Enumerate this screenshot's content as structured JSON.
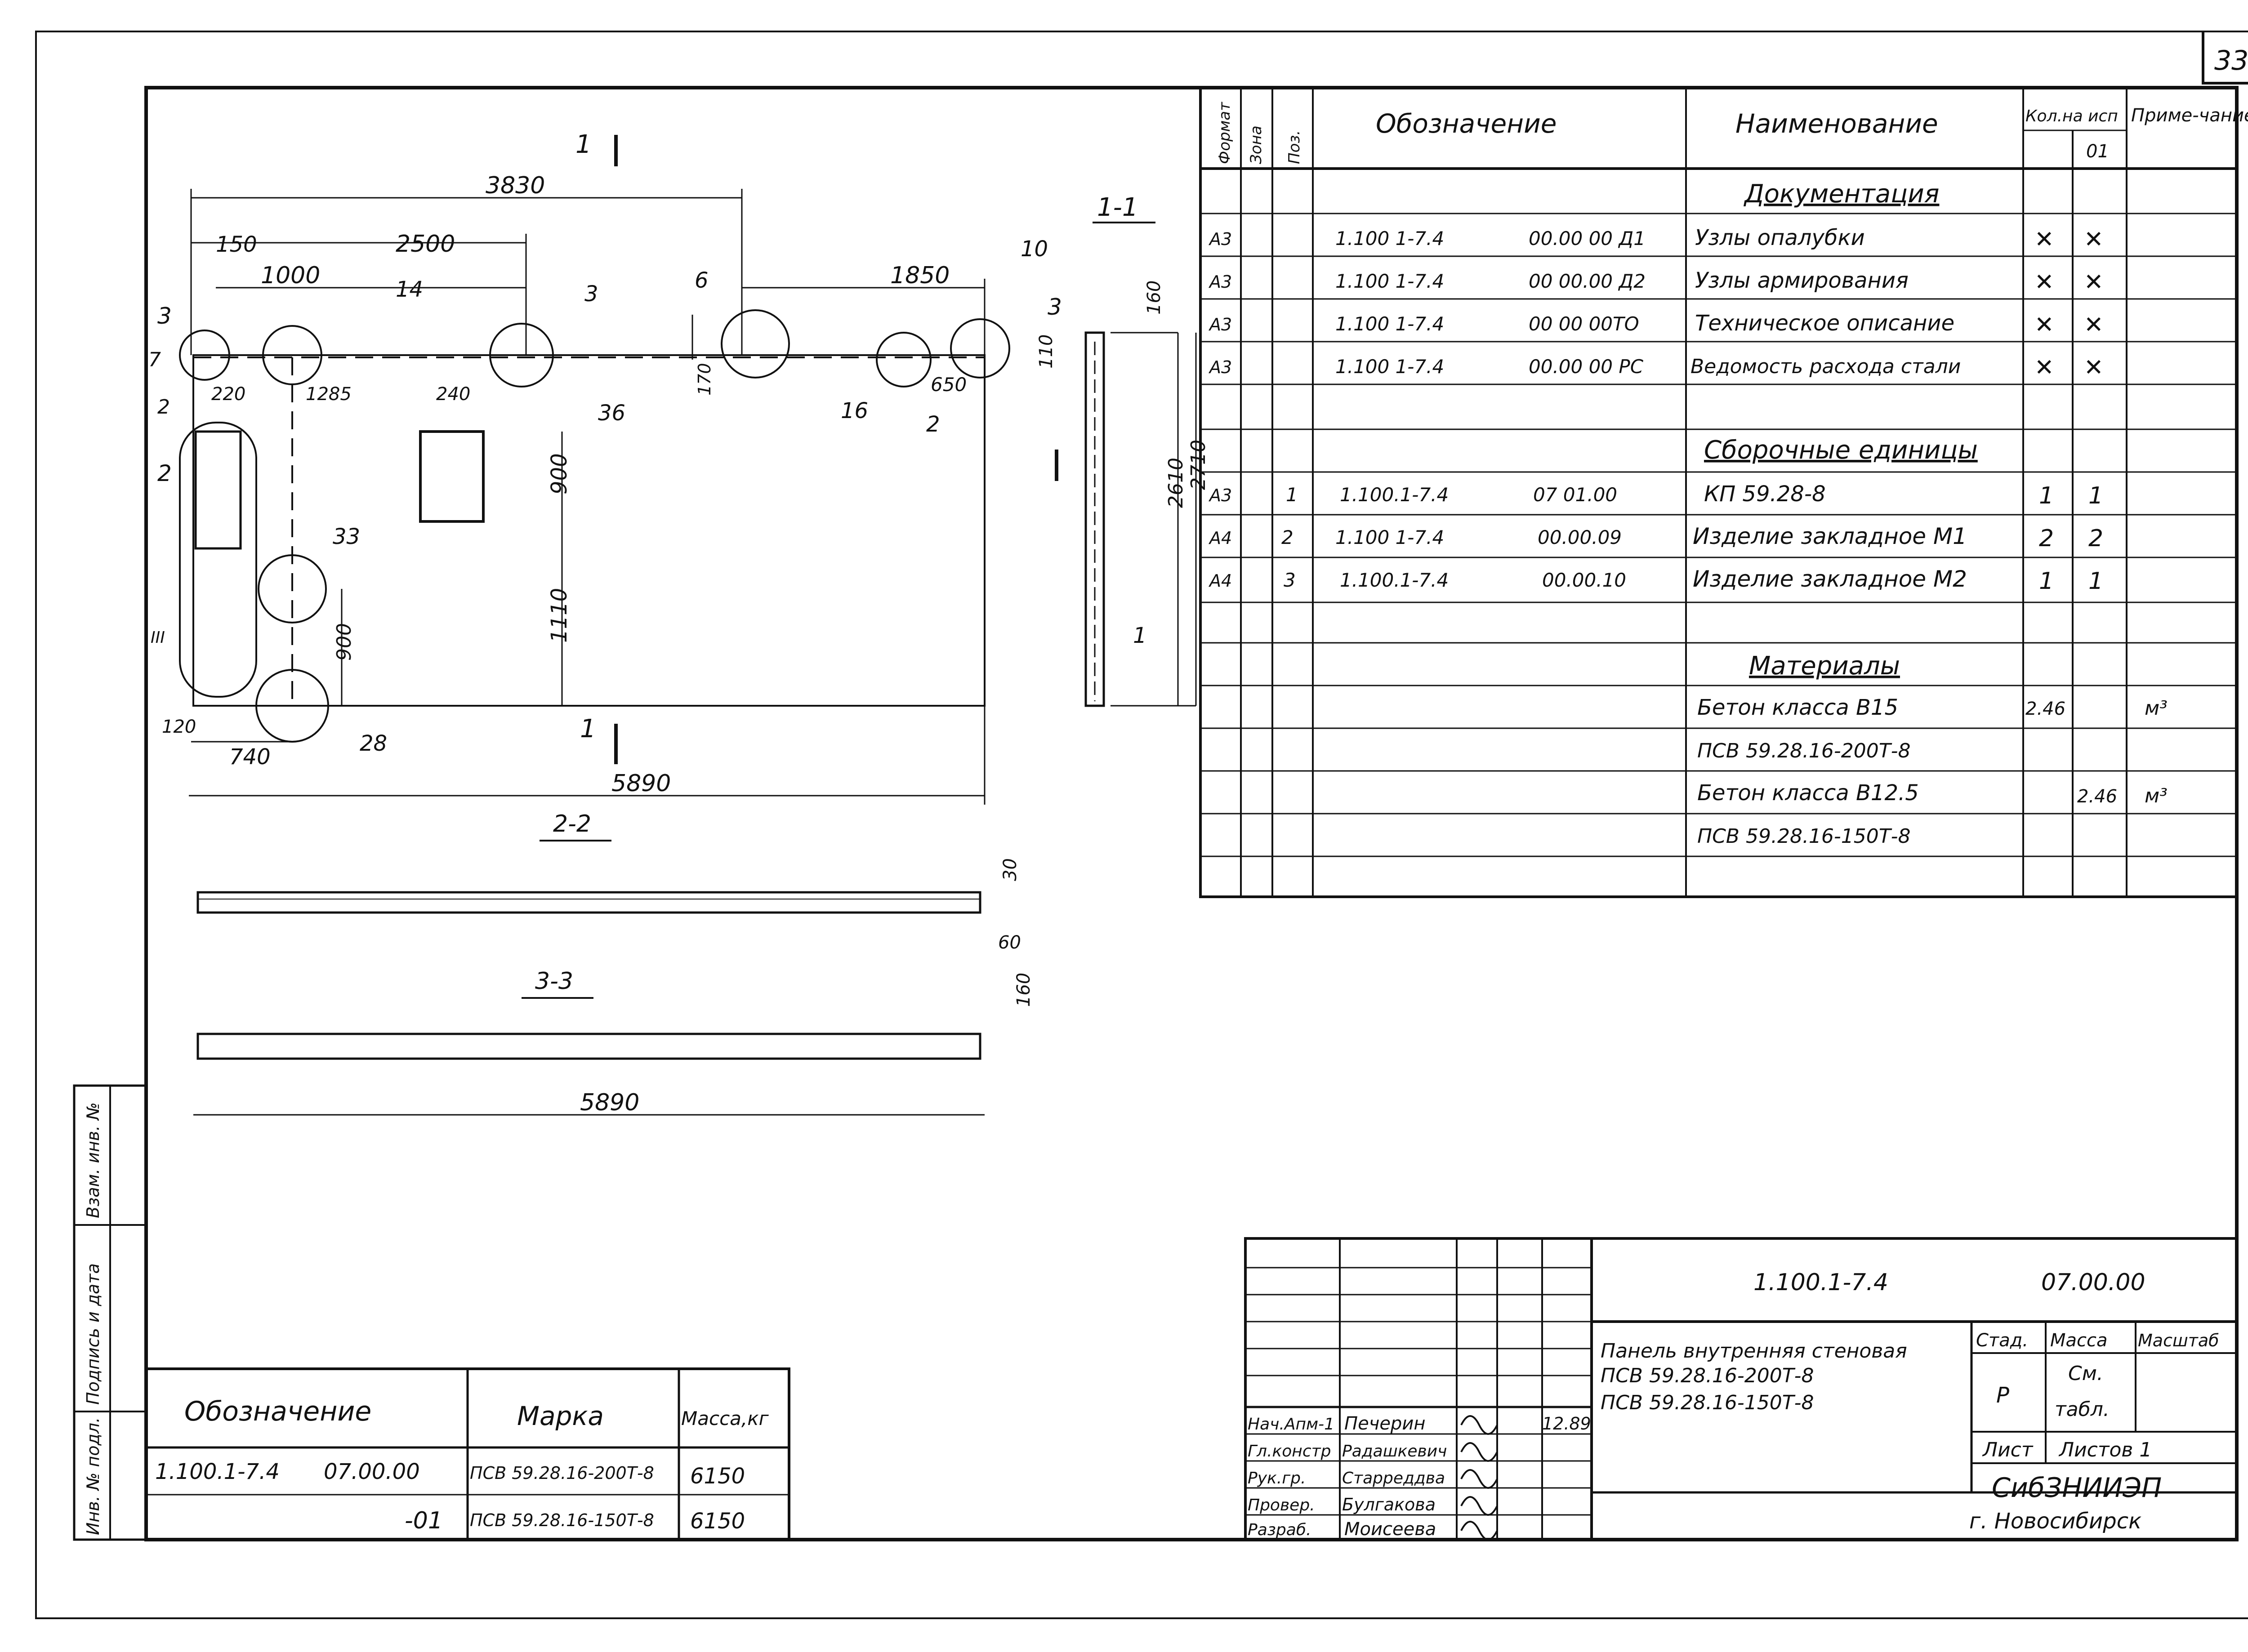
{
  "sheet_number": "33",
  "drawing": {
    "section_1_1": "1-1",
    "section_2_2": "2-2",
    "section_3_3": "3-3",
    "cut_1_top": "1",
    "cut_1_bottom": "1",
    "cut_2": "2",
    "cut_3_left": "3",
    "cut_3_right": "3",
    "callout_iii": "III",
    "callouts": {
      "c7": "7",
      "c2a": "2",
      "c14": "14",
      "c3": "3",
      "c36": "36",
      "c6": "6",
      "c10": "10",
      "c16": "16",
      "c2b": "2",
      "c33": "33",
      "c28": "28",
      "c1": "1"
    },
    "dims": {
      "d3830": "3830",
      "d150": "150",
      "d2500": "2500",
      "d1000": "1000",
      "d1850": "1850",
      "d220": "220",
      "d1285": "1285",
      "d240": "240",
      "d650": "650",
      "d170": "170",
      "d900a": "900",
      "d1110": "1110",
      "d900b": "900",
      "d120": "120",
      "d740": "740",
      "d5890a": "5890",
      "d160a": "160",
      "d110": "110",
      "d2610": "2610",
      "d2710": "2710",
      "d30": "30",
      "d60": "60",
      "d160b": "160",
      "d5890b": "5890"
    }
  },
  "spec": {
    "headers": {
      "format": "Формат",
      "zone": "Зона",
      "pos": "Поз.",
      "designation": "Обозначение",
      "name": "Наименование",
      "qty": "Кол.на исп",
      "qty_sub": "01",
      "note": "Приме-чание"
    },
    "sections": {
      "documentation": "Документация",
      "assembly": "Сборочные единицы",
      "materials": "Материалы"
    },
    "doc_rows": [
      {
        "format": "A3",
        "code": "1.100 1-7.4",
        "num": "00.00 00 Д1",
        "name": "Узлы опалубки",
        "q1": "✕",
        "q2": "✕"
      },
      {
        "format": "A3",
        "code": "1.100 1-7.4",
        "num": "00 00.00 Д2",
        "name": "Узлы армирования",
        "q1": "✕",
        "q2": "✕"
      },
      {
        "format": "A3",
        "code": "1.100 1-7.4",
        "num": "00 00 00ТО",
        "name": "Техническое описание",
        "q1": "✕",
        "q2": "✕"
      },
      {
        "format": "A3",
        "code": "1.100 1-7.4",
        "num": "00.00 00 РС",
        "name": "Ведомость расхода стали",
        "q1": "✕",
        "q2": "✕"
      }
    ],
    "assembly_rows": [
      {
        "format": "A3",
        "pos": "1",
        "code": "1.100.1-7.4",
        "num": "07 01.00",
        "name": "КП 59.28-8",
        "q1": "1",
        "q2": "1"
      },
      {
        "format": "A4",
        "pos": "2",
        "code": "1.100 1-7.4",
        "num": "00.00.09",
        "name": "Изделие закладное М1",
        "q1": "2",
        "q2": "2"
      },
      {
        "format": "A4",
        "pos": "3",
        "code": "1.100.1-7.4",
        "num": "00.00.10",
        "name": "Изделие закладное М2",
        "q1": "1",
        "q2": "1"
      }
    ],
    "material_rows": [
      {
        "name": "Бетон класса В15",
        "q1": "2.46",
        "q2": "",
        "note": "м³"
      },
      {
        "name": "ПСВ 59.28.16-200Т-8",
        "q1": "",
        "q2": "",
        "note": ""
      },
      {
        "name": "Бетон класса В12.5",
        "q1": "",
        "q2": "2.46",
        "note": "м³"
      },
      {
        "name": "ПСВ 59.28.16-150Т-8",
        "q1": "",
        "q2": "",
        "note": ""
      }
    ]
  },
  "variants": {
    "headers": {
      "designation": "Обозначение",
      "mark": "Марка",
      "mass": "Масса,кг"
    },
    "rows": [
      {
        "code": "1.100.1-7.4",
        "num": "07.00.00",
        "mark": "ПСВ 59.28.16-200Т-8",
        "mass": "6150"
      },
      {
        "code": "",
        "num": "-01",
        "mark": "ПСВ 59.28.16-150Т-8",
        "mass": "6150"
      }
    ]
  },
  "side_stamps": {
    "inv_podl": "Инв. № подл.",
    "podpis": "Подпись и дата",
    "vzam": "Взам. инв. №"
  },
  "title_block": {
    "code": "1.100.1-7.4",
    "num": "07.00.00",
    "name_line1": "Панель внутренняя стеновая",
    "name_line2": "ПСВ 59.28.16-200Т-8",
    "name_line3": "ПСВ 59.28.16-150Т-8",
    "stage_hdr": "Стад.",
    "mass_hdr": "Масса",
    "scale_hdr": "Масштаб",
    "stage": "Р",
    "mass": "См.",
    "mass2": "табл.",
    "sheet_lbl": "Лист",
    "sheets_lbl": "Листов 1",
    "org1": "СибЗНИИЭП",
    "org2": "г. Новосибирск",
    "date": "12.89",
    "signers": [
      {
        "role": "Нач.Апм-1",
        "name": "Печерин"
      },
      {
        "role": "Гл.констр",
        "name": "Радашкевич"
      },
      {
        "role": "Рук.гр.",
        "name": "Старреддва"
      },
      {
        "role": "Провер.",
        "name": "Булгакова"
      },
      {
        "role": "Разраб.",
        "name": "Моисеева"
      }
    ]
  }
}
